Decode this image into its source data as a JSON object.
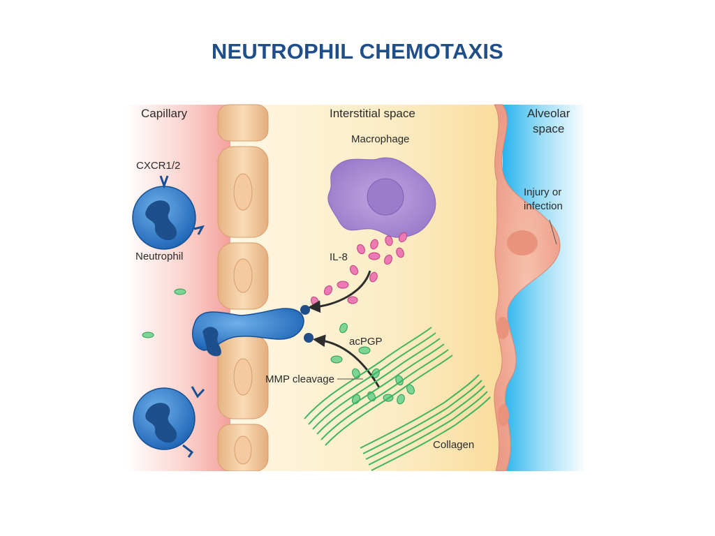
{
  "title": "NEUTROPHIL CHEMOTAXIS",
  "figure": {
    "regions": {
      "capillary": "Capillary",
      "interstitial": "Interstitial space",
      "alveolar_line1": "Alveolar",
      "alveolar_line2": "space"
    },
    "labels": {
      "macrophage": "Macrophage",
      "cxcr": "CXCR1/2",
      "neutrophil": "Neutrophil",
      "il8": "IL-8",
      "acpgp": "acPGP",
      "mmp": "MMP cleavage",
      "collagen": "Collagen",
      "injury_line1": "Injury or",
      "injury_line2": "infection"
    },
    "colors": {
      "title": "#1f4e89",
      "capillary": "#f6a7a1",
      "interstitial": "#fbe6b5",
      "alveolar": "#4fc3f0",
      "neutrophil": "#2f7fd0",
      "macrophage": "#a98ad0",
      "il8": "#e86aa6",
      "acpgp": "#5cc07a",
      "collagen": "#3fb560"
    }
  }
}
